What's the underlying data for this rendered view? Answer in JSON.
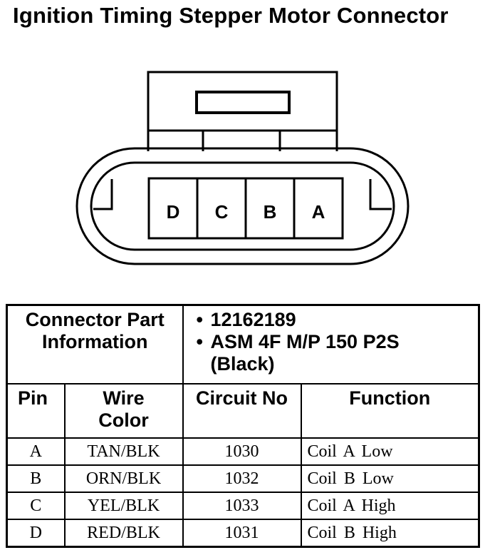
{
  "title": "Ignition Timing Stepper Motor Connector",
  "connector": {
    "pins": [
      "D",
      "C",
      "B",
      "A"
    ]
  },
  "table": {
    "part_info_label_line1": "Connector Part",
    "part_info_label_line2": "Information",
    "part_number": "12162189",
    "part_description_line1": "ASM 4F M/P 150 P2S",
    "part_description_line2": "(Black)",
    "bullet": "•",
    "headers": {
      "pin": "Pin",
      "wire_color_line1": "Wire",
      "wire_color_line2": "Color",
      "circuit": "Circuit No",
      "function": "Function"
    },
    "rows": [
      {
        "pin": "A",
        "wire_color": "TAN/BLK",
        "circuit": "1030",
        "function": "Coil A Low"
      },
      {
        "pin": "B",
        "wire_color": "ORN/BLK",
        "circuit": "1032",
        "function": "Coil B Low"
      },
      {
        "pin": "C",
        "wire_color": "YEL/BLK",
        "circuit": "1033",
        "function": "Coil A High"
      },
      {
        "pin": "D",
        "wire_color": "RED/BLK",
        "circuit": "1031",
        "function": "Coil B High"
      }
    ]
  }
}
